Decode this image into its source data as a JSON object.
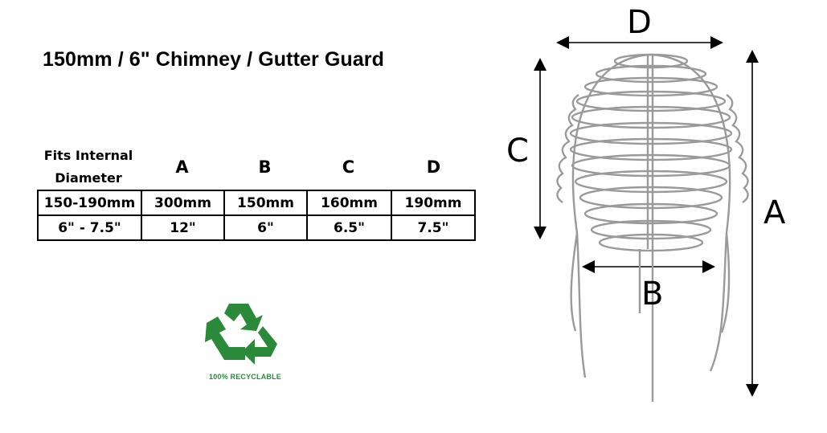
{
  "title": "150mm / 6\" Chimney / Gutter Guard",
  "table": {
    "headers": [
      "Fits Internal Diameter",
      "A",
      "B",
      "C",
      "D"
    ],
    "header_first_line1": "Fits Internal",
    "header_first_line2": "Diameter",
    "rows": [
      [
        "150-190mm",
        "300mm",
        "150mm",
        "160mm",
        "190mm"
      ],
      [
        "6\" - 7.5\"",
        "12\"",
        "6\"",
        "6.5\"",
        "7.5\""
      ]
    ]
  },
  "badge": {
    "icon": "recycle-icon",
    "label": "100% RECYCLABLE",
    "color": "#2b8a3a"
  },
  "diagram": {
    "labels": {
      "A": "A",
      "B": "B",
      "C": "C",
      "D": "D"
    },
    "wire_color": "#9a9a9a"
  }
}
